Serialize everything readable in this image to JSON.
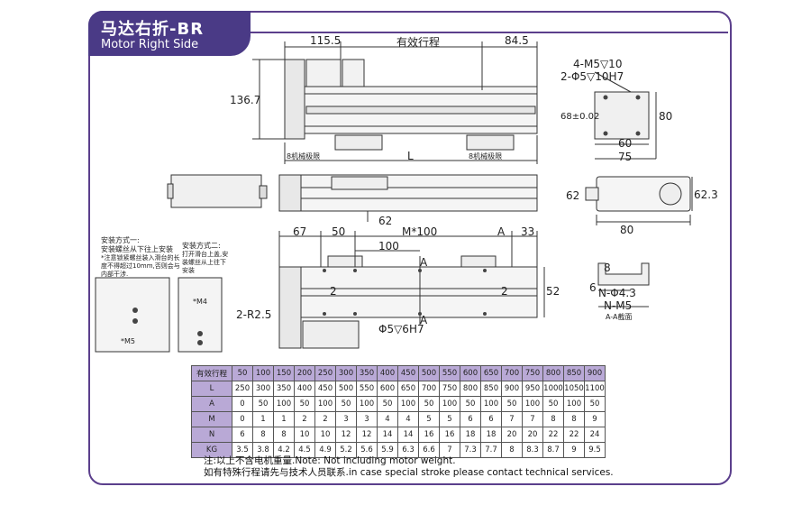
{
  "header": {
    "title_zh": "马达右折-BR",
    "title_en": "Motor Right Side"
  },
  "dims_top": {
    "d115": "115.5",
    "stroke": "有效行程",
    "d84": "84.5",
    "h136": "136.7",
    "limit_left": "8机械极限",
    "L": "L",
    "limit_right": "8机械极限"
  },
  "dims_side_view": {
    "holes": "4-M5▽10",
    "pins": "2-Φ5▽10H7",
    "d68": "68±0.02",
    "d80h": "80",
    "d60": "60",
    "d75": "75"
  },
  "dims_mid": {
    "d62": "62"
  },
  "dims_end": {
    "d62": "62",
    "d623": "62.3",
    "d80": "80"
  },
  "dims_bottom": {
    "d67": "67",
    "d50": "50",
    "m100": "M*100",
    "a": "A",
    "d33": "33",
    "d100": "100",
    "sec_a1": "A",
    "sec_a2": "A",
    "two_l": "2",
    "two_r": "2",
    "d52": "52",
    "r25": "2-R2.5",
    "pin": "Φ5▽6H7"
  },
  "section": {
    "d8": "8",
    "d6": "6",
    "n43": "N-Φ4.3",
    "nm5": "N-M5",
    "caption": "A-A截面"
  },
  "install": {
    "m1_title": "安装方式一:",
    "m1_desc": "安装螺丝从下往上安装",
    "m1_note": "*注意锁紧螺丝装入滑台的长度不得超过10mm,否则会与内部干涉.",
    "m1_label": "*M5",
    "m2_title": "安装方式二:",
    "m2_desc": "打开滑台上盖,安装螺丝从上往下安装",
    "m2_label": "*M4"
  },
  "table": {
    "rows": [
      [
        "有效行程",
        "50",
        "100",
        "150",
        "200",
        "250",
        "300",
        "350",
        "400",
        "450",
        "500",
        "550",
        "600",
        "650",
        "700",
        "750",
        "800",
        "850",
        "900"
      ],
      [
        "L",
        "250",
        "300",
        "350",
        "400",
        "450",
        "500",
        "550",
        "600",
        "650",
        "700",
        "750",
        "800",
        "850",
        "900",
        "950",
        "1000",
        "1050",
        "1100"
      ],
      [
        "A",
        "0",
        "50",
        "100",
        "50",
        "100",
        "50",
        "100",
        "50",
        "100",
        "50",
        "100",
        "50",
        "100",
        "50",
        "100",
        "50",
        "100",
        "50"
      ],
      [
        "M",
        "0",
        "1",
        "1",
        "2",
        "2",
        "3",
        "3",
        "4",
        "4",
        "5",
        "5",
        "6",
        "6",
        "7",
        "7",
        "8",
        "8",
        "9"
      ],
      [
        "N",
        "6",
        "8",
        "8",
        "10",
        "10",
        "12",
        "12",
        "14",
        "14",
        "16",
        "16",
        "18",
        "18",
        "20",
        "20",
        "22",
        "22",
        "24"
      ],
      [
        "KG",
        "3.5",
        "3.8",
        "4.2",
        "4.5",
        "4.9",
        "5.2",
        "5.6",
        "5.9",
        "6.3",
        "6.6",
        "7",
        "7.3",
        "7.7",
        "8",
        "8.3",
        "8.7",
        "9",
        "9.5"
      ]
    ]
  },
  "footnotes": {
    "note1": "注:以上不含电机重量.Note: Not including motor weight.",
    "note2": "如有特殊行程请先与技术人员联系.in case special stroke please contact technical services."
  },
  "colors": {
    "accent": "#4a3a86",
    "table_header": "#b9a9d6"
  }
}
